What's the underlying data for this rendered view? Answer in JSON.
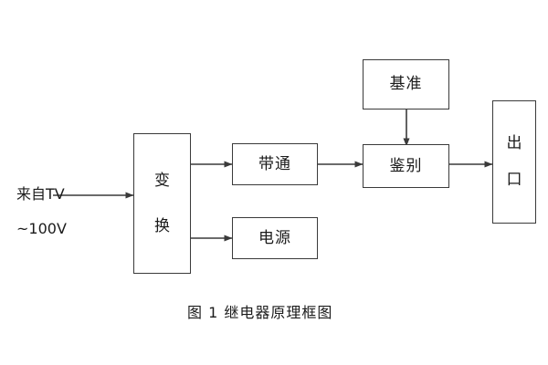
{
  "figure": {
    "caption": "图 1  继电器原理框图",
    "background_color": "#ffffff",
    "line_color": "#3a3a3a",
    "text_color": "#1b1b1b"
  },
  "source": {
    "line1": "来自TV",
    "line2": "~100V"
  },
  "blocks": {
    "transform": {
      "label": "变换",
      "char1": "变",
      "char2": "换"
    },
    "bandpass": {
      "label": "带通"
    },
    "power": {
      "label": "电源"
    },
    "reference": {
      "label": "基准"
    },
    "discriminate": {
      "label": "鉴别"
    },
    "output": {
      "label": "出口",
      "char1": "出",
      "char2": "口"
    }
  },
  "connections": [
    {
      "name": "source-to-transform",
      "from": "来自TV ~100V",
      "to": "变换"
    },
    {
      "name": "transform-to-bandpass",
      "from": "变换",
      "to": "带通"
    },
    {
      "name": "transform-to-power",
      "from": "变换",
      "to": "电源"
    },
    {
      "name": "bandpass-to-discriminate",
      "from": "带通",
      "to": "鉴别"
    },
    {
      "name": "reference-to-discriminate",
      "from": "基准",
      "to": "鉴别"
    },
    {
      "name": "discriminate-to-output",
      "from": "鉴别",
      "to": "出口"
    }
  ]
}
